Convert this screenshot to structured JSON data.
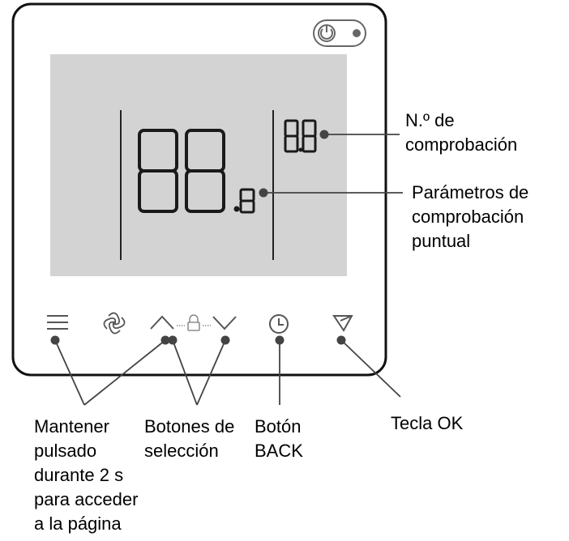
{
  "device": {
    "power_icon": "power-icon",
    "buttons": [
      {
        "icon": "menu-icon"
      },
      {
        "icon": "fan-icon"
      },
      {
        "icon": "up-arrow-icon"
      },
      {
        "icon": "lock-icon"
      },
      {
        "icon": "down-arrow-icon"
      },
      {
        "icon": "clock-icon"
      },
      {
        "icon": "ok-check-icon"
      }
    ],
    "display": {
      "main_digits": "88",
      "decimal_digit": "8",
      "small_digits": "8.8"
    }
  },
  "labels": {
    "check_number": "N.º de\ncomprobación",
    "spot_check_params": "Parámetros de\ncomprobación\npuntual",
    "hold_press": "Mantener\npulsado\ndurante 2 s\npara acceder\na la página",
    "selection_buttons": "Botones de\nselección",
    "back_button": "Botón\nBACK",
    "ok_key": "Tecla OK"
  },
  "colors": {
    "lcd_background": "#d3d3d3",
    "digit_color": "#1a1a1a",
    "frame": "#111111",
    "icon_gray": "#555555",
    "callout": "#444444"
  }
}
